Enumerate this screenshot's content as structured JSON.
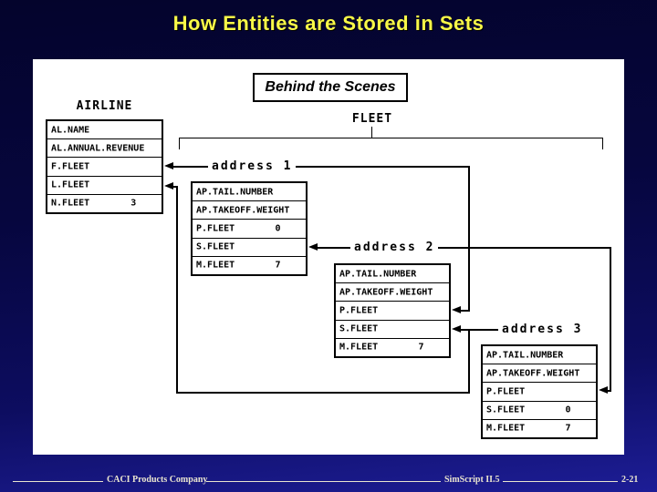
{
  "title": "How Entities are Stored in Sets",
  "scene_label": "Behind the Scenes",
  "airline": {
    "title": "AIRLINE",
    "rows": [
      {
        "label": "AL.NAME",
        "value": ""
      },
      {
        "label": "AL.ANNUAL.REVENUE",
        "value": ""
      },
      {
        "label": "F.FLEET",
        "value": ""
      },
      {
        "label": "L.FLEET",
        "value": ""
      },
      {
        "label": "N.FLEET",
        "value": "3"
      }
    ]
  },
  "fleet": {
    "title": "FLEET"
  },
  "fleet_records": [
    {
      "rows": [
        {
          "label": "AP.TAIL.NUMBER",
          "value": ""
        },
        {
          "label": "AP.TAKEOFF.WEIGHT",
          "value": ""
        },
        {
          "label": "P.FLEET",
          "value": "0"
        },
        {
          "label": "S.FLEET",
          "value": ""
        },
        {
          "label": "M.FLEET",
          "value": "7"
        }
      ]
    },
    {
      "rows": [
        {
          "label": "AP.TAIL.NUMBER",
          "value": ""
        },
        {
          "label": "AP.TAKEOFF.WEIGHT",
          "value": ""
        },
        {
          "label": "P.FLEET",
          "value": ""
        },
        {
          "label": "S.FLEET",
          "value": ""
        },
        {
          "label": "M.FLEET",
          "value": "7"
        }
      ]
    },
    {
      "rows": [
        {
          "label": "AP.TAIL.NUMBER",
          "value": ""
        },
        {
          "label": "AP.TAKEOFF.WEIGHT",
          "value": ""
        },
        {
          "label": "P.FLEET",
          "value": ""
        },
        {
          "label": "S.FLEET",
          "value": "0"
        },
        {
          "label": "M.FLEET",
          "value": "7"
        }
      ]
    }
  ],
  "addresses": [
    {
      "label": "address 1"
    },
    {
      "label": "address 2"
    },
    {
      "label": "address 3"
    }
  ],
  "footer": {
    "company": "CACI Products Company",
    "product": "SimScript II.5",
    "page": "2-21"
  },
  "colors": {
    "background_top": "#04042c",
    "background_bottom": "#1d1d96",
    "title_text": "#f8f848",
    "panel": "#ffffff",
    "diagram_line": "#000000",
    "footer_text": "#e9e4cf"
  }
}
